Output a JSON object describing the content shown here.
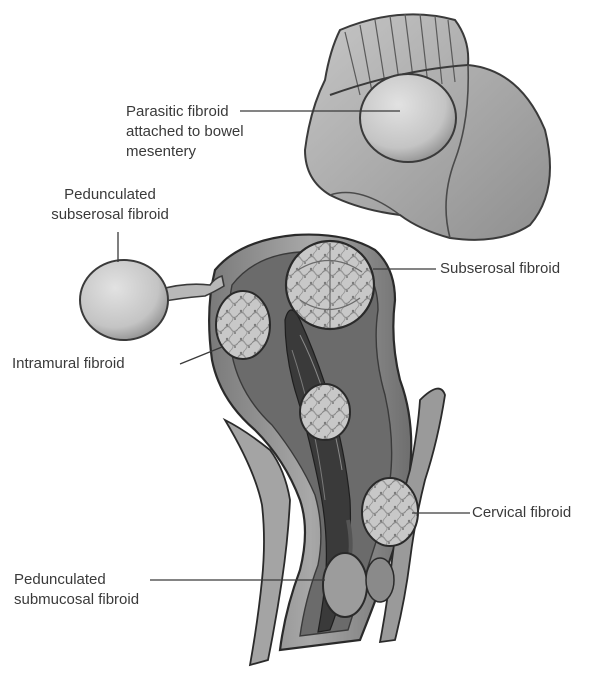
{
  "diagram": {
    "labels": {
      "parasitic": [
        "Parasitic fibroid",
        "attached to bowel",
        "mesentery"
      ],
      "pedunculated_subserosal": [
        "Pedunculated",
        "subserosal fibroid"
      ],
      "subserosal": [
        "Subserosal fibroid"
      ],
      "intramural": [
        "Intramural fibroid"
      ],
      "cervical": [
        "Cervical fibroid"
      ],
      "pedunculated_submucosal": [
        "Pedunculated",
        "submucosal fibroid"
      ]
    },
    "colors": {
      "outline": "#2a2a2a",
      "tissue_light": "#a9a9a9",
      "tissue_mid": "#8c8c8c",
      "tissue_dark": "#4e4e4e",
      "cavity": "#3a3a3a",
      "fibroid_fill": "#bdbdbd",
      "label_text": "#3a3a3a"
    }
  }
}
